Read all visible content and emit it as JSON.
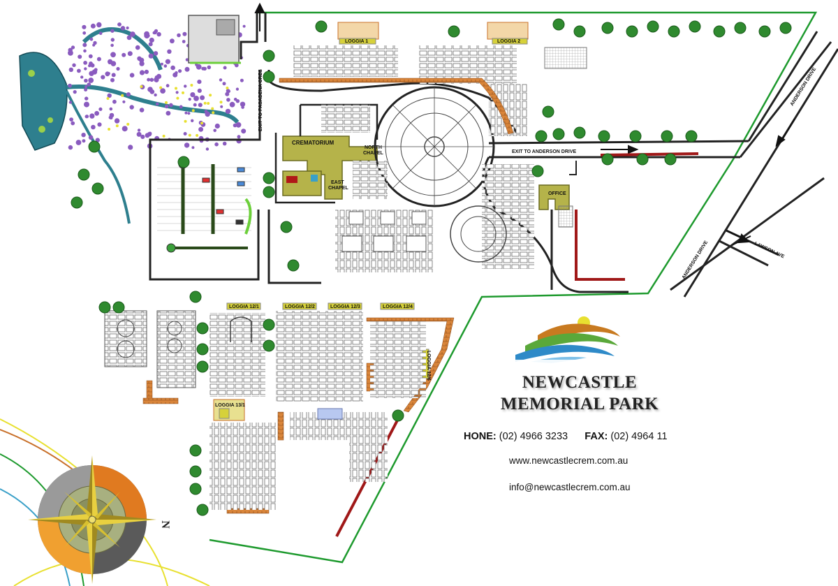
{
  "map": {
    "labels": {
      "crematorium": "CREMATORIUM",
      "north_chapel_1": "NORTH",
      "north_chapel_2": "CHAPEL",
      "east_chapel_1": "EAST",
      "east_chapel_2": "CHAPEL",
      "office": "OFFICE",
      "exit_pasadena": "EXIT TO PASADENA CRES",
      "exit_anderson": "EXIT TO ANDERSON DRIVE",
      "anderson_drive_top": "ANDERSON DRIVE",
      "anderson_drive_bottom": "ANDERSON DRIVE",
      "lawson_ave": "LAWSON AVE",
      "loggia_1": "LOGGIA 1",
      "loggia_2": "LOGGIA 2",
      "loggia_12_1": "LOGGIA 12/1",
      "loggia_12_2": "LOGGIA 12/2",
      "loggia_12_3": "LOGGIA 12/3",
      "loggia_12_4": "LOGGIA 12/4",
      "loggia_12_6": "LOGGIA 12/6",
      "loggia_13_1": "LOGGIA 13/1"
    },
    "north_marker": "N",
    "colors": {
      "boundary": "#1e9a2e",
      "road": "#222222",
      "building": "#b5b34a",
      "water": "#2e7f8e",
      "lavender": "#8a5bbf",
      "tree": "#2f8a2f",
      "brick": "#c8702a",
      "red_path": "#a01818"
    }
  },
  "info": {
    "title_line1": "NEWCASTLE",
    "title_line2": "MEMORIAL PARK",
    "phone_label": "HONE:",
    "phone": "(02) 4966 3233",
    "fax_label": "FAX:",
    "fax": "(02) 4964 11",
    "website": "www.newcastlecrem.com.au",
    "email": "info@newcastlecrem.com.au"
  }
}
